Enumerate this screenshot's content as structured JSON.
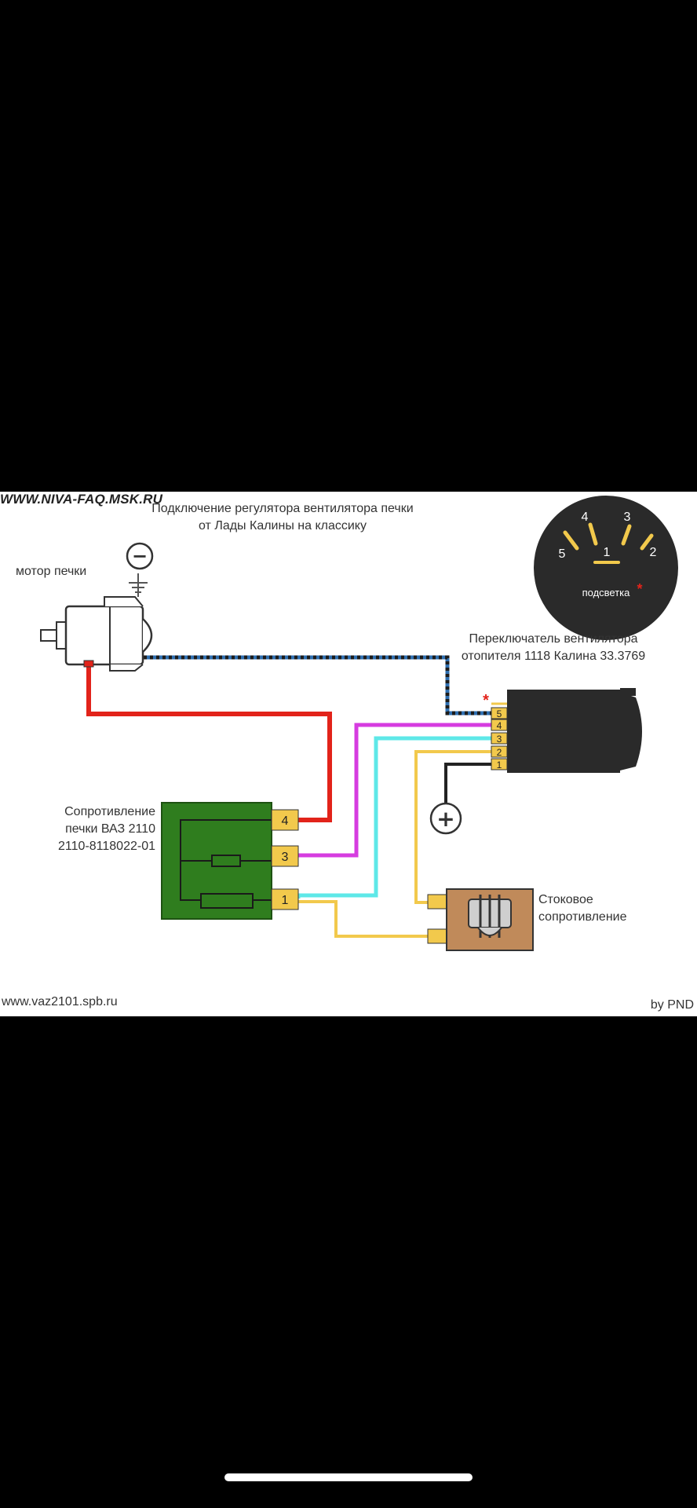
{
  "diagram": {
    "site_top": "WWW.NIVA-FAQ.MSK.RU",
    "title_line1": "Подключение регулятора вентилятора печки",
    "title_line2": "от Лады Калины на классику",
    "motor_label": "мотор печки",
    "switch_label_line1": "Переключатель вентилятора",
    "switch_label_line2": "отопителя 1118 Калина 33.3769",
    "resistor_label_line1": "Сопротивление",
    "resistor_label_line2": "печки ВАЗ 2110",
    "resistor_label_line3": "2110-8118022-01",
    "stock_label_line1": "Стоковое",
    "stock_label_line2": "сопротивление",
    "site_bottom": "www.vaz2101.spb.ru",
    "author": "by PND",
    "knob": {
      "positions": [
        "5",
        "4",
        "3",
        "2",
        "1"
      ],
      "backlight_label": "подсветка",
      "star": "*"
    },
    "switch_pins": [
      "5",
      "4",
      "3",
      "2",
      "1"
    ],
    "switch_star": "*",
    "resistor_pins": [
      "4",
      "3",
      "1"
    ],
    "minus_symbol": "−",
    "plus_symbol": "+",
    "wire_colors": {
      "red": "#e2231a",
      "magenta": "#d63ce0",
      "cyan": "#5ee8e8",
      "yellow": "#f2c94c",
      "black": "#222222",
      "blue_dashed": "#2f6fb0"
    }
  }
}
